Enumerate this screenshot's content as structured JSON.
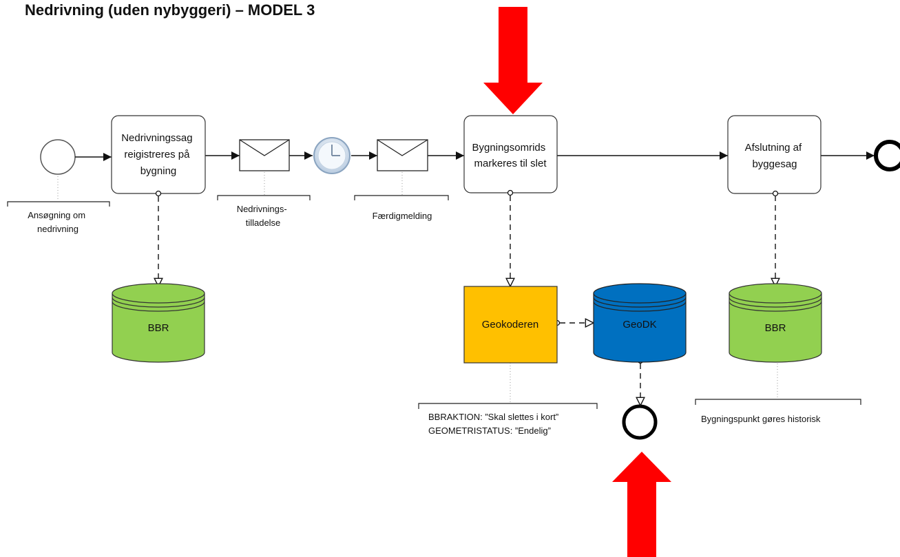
{
  "title": "Nedrivning (uden nybyggeri) – MODEL 3",
  "tasks": {
    "register": [
      "Nedrivningssag",
      "reigistreres på",
      "bygning"
    ],
    "mark": [
      "Bygningsomrids",
      "markeres til slet"
    ],
    "close": [
      "Afslutning af",
      "byggesag"
    ]
  },
  "annotations": {
    "application": [
      "Ansøgning om",
      "nedrivning"
    ],
    "permit": [
      "Nedrivnings-",
      "tilladelse"
    ],
    "completion": [
      "Færdigmelding"
    ],
    "bbraktion": [
      "BBRAKTION: ”Skal slettes i kort”",
      "GEOMETRISTATUS: ”Endelig”"
    ],
    "historical": [
      "Bygningspunkt gøres historisk"
    ]
  },
  "stores": {
    "bbr_left": "BBR",
    "geodk": "GeoDK",
    "bbr_right": "BBR"
  },
  "systems": {
    "geokoderen": "Geokoderen"
  },
  "colors": {
    "bbr_green": "#92d050",
    "geodk_blue": "#0070c0",
    "geokoder_yellow": "#ffc000",
    "arrow_red": "#ff0000"
  }
}
